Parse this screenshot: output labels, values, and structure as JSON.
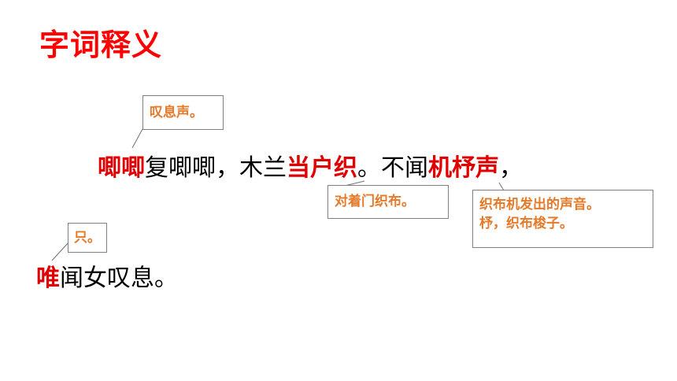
{
  "title": "字词释义",
  "poem": {
    "line1": {
      "seg1_red": "唧唧",
      "seg2": "复唧唧，木兰",
      "seg3_red": "当户织",
      "seg4": "。不闻",
      "seg5_red": "机杼声",
      "seg6": "，"
    },
    "line2": {
      "seg1_red": "唯",
      "seg2": "闻女叹息。"
    }
  },
  "notes": {
    "sigh": "叹息声。",
    "door": "对着门织布。",
    "loom_line1": "织布机发出的声音。",
    "loom_line2": "杼，织布梭子。",
    "only": "只。"
  },
  "colors": {
    "title": "#ff0000",
    "highlight": "#e00000",
    "note_text": "#e57a2a",
    "note_border": "#808080"
  }
}
